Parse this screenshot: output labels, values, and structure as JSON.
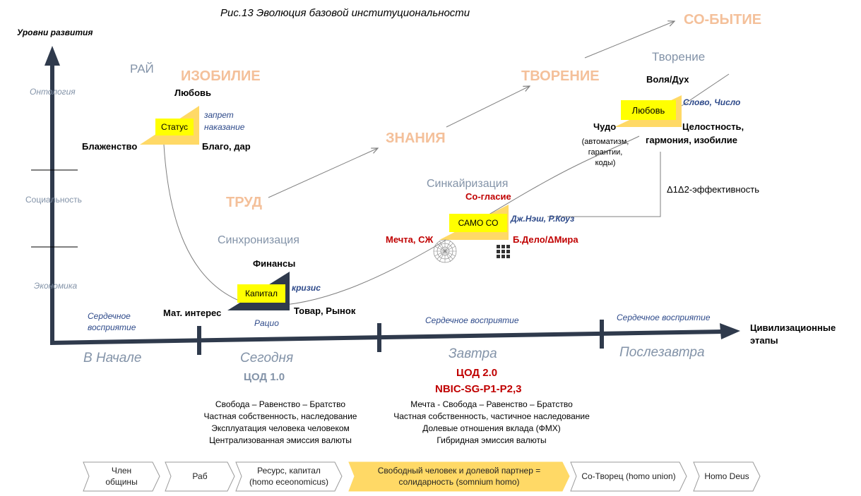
{
  "title": "Рис.13 Эволюция базовой институциональности",
  "axes": {
    "y_label": "Уровни развития",
    "x_label_line1": "Цивилизационные",
    "x_label_line2": "этапы",
    "y_levels": [
      "Онтология",
      "Социальность",
      "Экономика"
    ]
  },
  "stages": {
    "s1": "В Начале",
    "s2": "Сегодня",
    "s3": "Завтра",
    "s4": "Послезавтра"
  },
  "cardiac": {
    "c1_line1": "Сердечное",
    "c1_line2": "восприятие",
    "c2": "Сердечное восприятие",
    "c3": "Сердечное восприятие"
  },
  "today": {
    "code": "ЦОД 1.0",
    "lines": [
      "Свобода – Равенство – Братство",
      "Частная собственность,  наследование",
      "Эксплуатация человека человеком",
      "Централизованная эмиссия валюты"
    ]
  },
  "tomorrow": {
    "code1": "ЦОД 2.0",
    "code2": "NBIC-SG-P1-P2,3",
    "lines": [
      "Мечта - Свобода – Равенство – Братство",
      "Частная собственность,  частичное наследование",
      "Долевые отношения вклада (ФМХ)",
      "Гибридная эмиссия валюты"
    ]
  },
  "paradise": {
    "rai": "РАЙ",
    "abundance": "ИЗОБИЛИЕ",
    "love": "Любовь",
    "status": "Статус",
    "ban": "запрет",
    "punishment": "наказание",
    "bliss": "Блаженство",
    "good": "Благо, дар"
  },
  "sync": {
    "work": "ТРУД",
    "sync": "Синхронизация",
    "finance": "Финансы",
    "capital": "Капитал",
    "crisis": "кризис",
    "mat": "Мат. интерес",
    "goods": "Товар, Рынок",
    "ratio": "Рацио"
  },
  "synk": {
    "knowledge": "ЗНАНИЯ",
    "synk": "Синкайризация",
    "consent": "Со-гласие",
    "samo": "САМО СО",
    "nash": "Дж.Нэш, Р.Коуз",
    "dream": "Мечта, СЖ",
    "deal": "Б.Дело/ΔМира"
  },
  "creation": {
    "creation_caps": "ТВОРЕНИЕ",
    "event": "СО-БЫТИЕ",
    "creation": "Творение",
    "will": "Воля/Дух",
    "love": "Любовь",
    "word": "Слово, Число",
    "miracle": "Чудо",
    "miracle_sub1": "(автоматизм,",
    "miracle_sub2": "гарантии,",
    "miracle_sub3": "коды)",
    "integrity1": "Целостность,",
    "integrity2": "гармония, изобилие",
    "efficiency": "Δ1Δ2-эффективность"
  },
  "chevrons": [
    {
      "line1": "Член",
      "line2": "общины"
    },
    {
      "line1": "Раб",
      "line2": ""
    },
    {
      "line1": "Ресурс, капитал",
      "line2": "(homo eceonomicus)"
    },
    {
      "line1": "Свободный человек и долевой партнер =",
      "line2": "солидарность  (somnium homo)"
    },
    {
      "line1": "Со-Творец (homo union)",
      "line2": ""
    },
    {
      "line1": "Homo Deus",
      "line2": ""
    }
  ],
  "colors": {
    "axis": "#2f3a4c",
    "highlight": "#ffff00",
    "peach": "#f4c09a",
    "gold": "#ffd966",
    "red": "#c00000",
    "blue": "#2e4a8a"
  }
}
